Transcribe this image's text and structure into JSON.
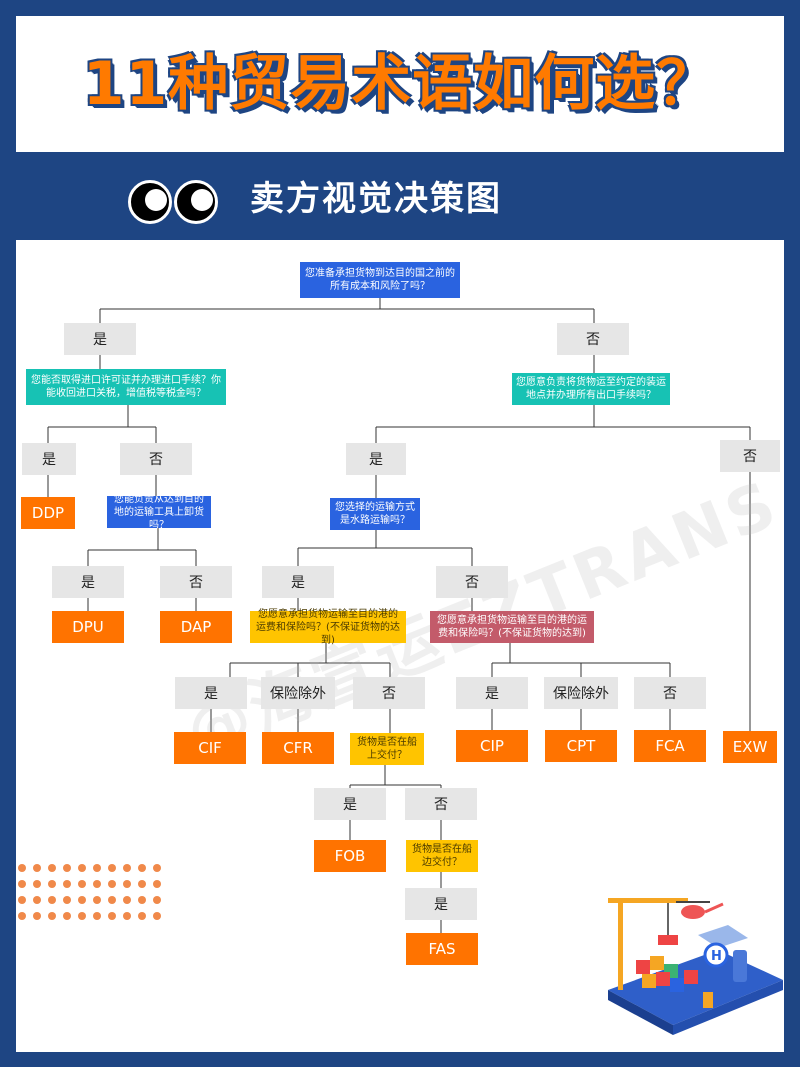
{
  "header": {
    "title": "11种贸易术语如何选？",
    "subtitle": "卖方视觉决策图"
  },
  "watermark": "@海宣运EZTRANS",
  "flow": {
    "q_root": "您准备承担货物到达目的国之前的所有成本和风险了吗？",
    "yes": "是",
    "no": "否",
    "q_import": "您能否取得进口许可证并办理进口手续？你能收回进口关税，增值税等税金吗？",
    "q_export": "您愿意负责将货物运至约定的装运地点并办理所有出口手续吗？",
    "q_unload": "您能负责从达到目的地的运输工具上卸货吗？",
    "q_water": "您选择的运输方式是水路运输吗？",
    "q_water_insure": "您愿意承担货物运输至目的港的运费和保险吗？(不保证货物的达到)",
    "q_other_insure": "您愿意承担货物运输至目的港的运费和保险吗？(不保证货物的达到)",
    "q_onboard": "货物是否在船上交付？",
    "q_alongside": "货物是否在船边交付？",
    "insurance_excluded": "保险除外",
    "terms": {
      "DDP": "DDP",
      "DPU": "DPU",
      "DAP": "DAP",
      "CIF": "CIF",
      "CFR": "CFR",
      "FOB": "FOB",
      "FAS": "FAS",
      "CIP": "CIP",
      "CPT": "CPT",
      "FCA": "FCA",
      "EXW": "EXW"
    }
  },
  "colors": {
    "background": "#1e4583",
    "title": "#ff7a00",
    "question_blue": "#2a63e0",
    "question_teal": "#17c2b4",
    "question_yellow": "#ffc400",
    "question_rose": "#c35b6a",
    "answer": "#e6e6e6",
    "term": "#ff7300"
  }
}
